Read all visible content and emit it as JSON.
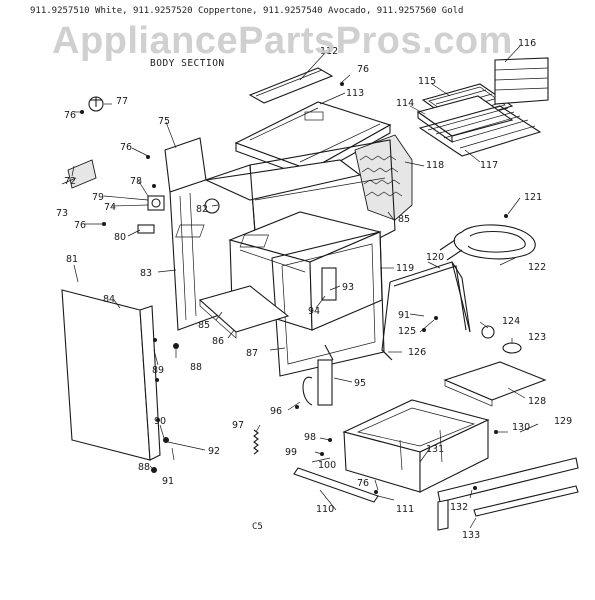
{
  "header": "911.9257510 White, 911.9257520 Coppertone, 911.9257540 Avocado, 911.9257560 Gold",
  "section_title": "BODY SECTION",
  "watermark": "AppliancePartsPros.com",
  "footer": "C5",
  "callouts": [
    {
      "id": "c72",
      "label": "72"
    },
    {
      "id": "c73",
      "label": "73"
    },
    {
      "id": "c74",
      "label": "74"
    },
    {
      "id": "c75",
      "label": "75"
    },
    {
      "id": "c76a",
      "label": "76"
    },
    {
      "id": "c76b",
      "label": "76"
    },
    {
      "id": "c76c",
      "label": "76"
    },
    {
      "id": "c76d",
      "label": "76"
    },
    {
      "id": "c76e",
      "label": "76"
    },
    {
      "id": "c77",
      "label": "77"
    },
    {
      "id": "c78",
      "label": "78"
    },
    {
      "id": "c79",
      "label": "79"
    },
    {
      "id": "c80",
      "label": "80"
    },
    {
      "id": "c81",
      "label": "81"
    },
    {
      "id": "c82",
      "label": "82"
    },
    {
      "id": "c83",
      "label": "83"
    },
    {
      "id": "c84",
      "label": "84"
    },
    {
      "id": "c85a",
      "label": "85"
    },
    {
      "id": "c85b",
      "label": "85"
    },
    {
      "id": "c86",
      "label": "86"
    },
    {
      "id": "c87",
      "label": "87"
    },
    {
      "id": "c88a",
      "label": "88"
    },
    {
      "id": "c88b",
      "label": "88"
    },
    {
      "id": "c89",
      "label": "89"
    },
    {
      "id": "c90",
      "label": "90"
    },
    {
      "id": "c91a",
      "label": "91"
    },
    {
      "id": "c91b",
      "label": "91"
    },
    {
      "id": "c92",
      "label": "92"
    },
    {
      "id": "c93",
      "label": "93"
    },
    {
      "id": "c94",
      "label": "94"
    },
    {
      "id": "c95",
      "label": "95"
    },
    {
      "id": "c96",
      "label": "96"
    },
    {
      "id": "c97",
      "label": "97"
    },
    {
      "id": "c98",
      "label": "98"
    },
    {
      "id": "c99",
      "label": "99"
    },
    {
      "id": "c100",
      "label": "100"
    },
    {
      "id": "c110",
      "label": "110"
    },
    {
      "id": "c111",
      "label": "111"
    },
    {
      "id": "c112",
      "label": "112"
    },
    {
      "id": "c113",
      "label": "113"
    },
    {
      "id": "c114",
      "label": "114"
    },
    {
      "id": "c115",
      "label": "115"
    },
    {
      "id": "c116",
      "label": "116"
    },
    {
      "id": "c117",
      "label": "117"
    },
    {
      "id": "c118",
      "label": "118"
    },
    {
      "id": "c119",
      "label": "119"
    },
    {
      "id": "c120",
      "label": "120"
    },
    {
      "id": "c121",
      "label": "121"
    },
    {
      "id": "c122",
      "label": "122"
    },
    {
      "id": "c123",
      "label": "123"
    },
    {
      "id": "c124",
      "label": "124"
    },
    {
      "id": "c125",
      "label": "125"
    },
    {
      "id": "c126",
      "label": "126"
    },
    {
      "id": "c128",
      "label": "128"
    },
    {
      "id": "c129",
      "label": "129"
    },
    {
      "id": "c130",
      "label": "130"
    },
    {
      "id": "c131",
      "label": "131"
    },
    {
      "id": "c132",
      "label": "132"
    },
    {
      "id": "c133",
      "label": "133"
    }
  ]
}
